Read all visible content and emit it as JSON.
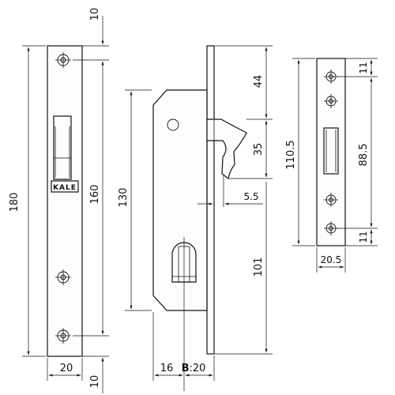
{
  "brand": "KALE",
  "front_view": {
    "overall_height": "180",
    "inner_height": "160",
    "width": "20",
    "top_offset": "10",
    "bottom_offset": "10"
  },
  "side_view": {
    "body_height": "130",
    "hook_top": "44",
    "hook_height": "35",
    "hook_offset": "5.5",
    "cylinder_to_bottom": "101",
    "left_width": "16",
    "backset_prefix": "B",
    "backset_value": ":20"
  },
  "strike_plate": {
    "height": "110.5",
    "hole_spacing": "88.5",
    "top_margin": "11",
    "bottom_margin": "11",
    "width": "20.5"
  }
}
